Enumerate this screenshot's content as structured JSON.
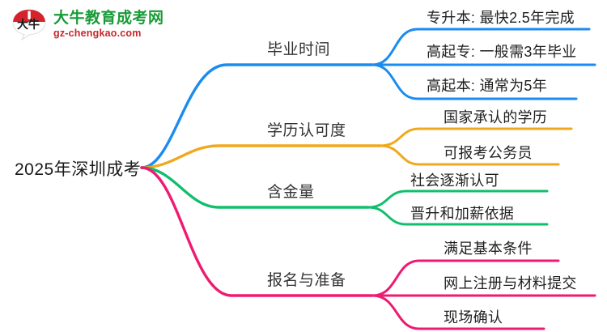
{
  "logo": {
    "mark_text": "大牛",
    "title": "大牛教育成考网",
    "subtitle": "gz-chengkao.com",
    "title_color": "#199b38",
    "subtitle_color": "#c9252c",
    "mark_color": "#d6232b"
  },
  "mindmap": {
    "root": {
      "label": "2025年深圳成考"
    },
    "branch_colors": {
      "blue": "#1a8cf0",
      "orange": "#f0a81e",
      "green": "#11bf6e",
      "pink": "#ef1a72"
    },
    "branches": [
      {
        "label": "毕业时间",
        "color": "#1a8cf0",
        "children": [
          {
            "label": "专升本: 最快2.5年完成"
          },
          {
            "label": "高起专: 一般需3年毕业"
          },
          {
            "label": "高起本: 通常为5年"
          }
        ]
      },
      {
        "label": "学历认可度",
        "color": "#f0a81e",
        "children": [
          {
            "label": "国家承认的学历"
          },
          {
            "label": "可报考公务员"
          }
        ]
      },
      {
        "label": "含金量",
        "color": "#11bf6e",
        "children": [
          {
            "label": "社会逐渐认可"
          },
          {
            "label": "晋升和加薪依据"
          }
        ]
      },
      {
        "label": "报名与准备",
        "color": "#ef1a72",
        "children": [
          {
            "label": "满足基本条件"
          },
          {
            "label": "网上注册与材料提交"
          },
          {
            "label": "现场确认"
          }
        ]
      }
    ]
  }
}
